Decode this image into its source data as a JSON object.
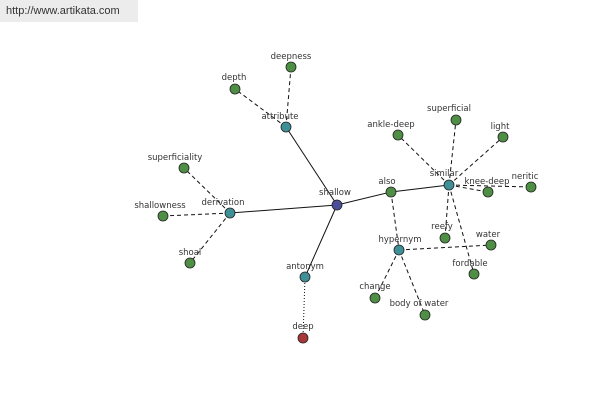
{
  "url": "http://www.artikata.com",
  "colors": {
    "center": "#4b4f9a",
    "relation": "#3f8f96",
    "word": "#4f8f45",
    "antonym_word": "#a83838"
  },
  "nodes": {
    "shallow": "shallow",
    "attribute": "attribute",
    "depth": "depth",
    "deepness": "deepness",
    "derivation": "derivation",
    "superficiality": "superficiality",
    "shallowness": "shallowness",
    "shoal": "shoal",
    "antonym": "antonym",
    "deep": "deep",
    "hypernym": "hypernym",
    "change": "change",
    "body_of_water": "body of water",
    "water": "water",
    "also": "also",
    "similar": "similar",
    "ankle_deep": "ankle-deep",
    "superficial": "superficial",
    "light": "light",
    "knee_deep": "knee-deep",
    "neritic": "neritic",
    "reefy": "reefy",
    "fordable": "fordable"
  }
}
